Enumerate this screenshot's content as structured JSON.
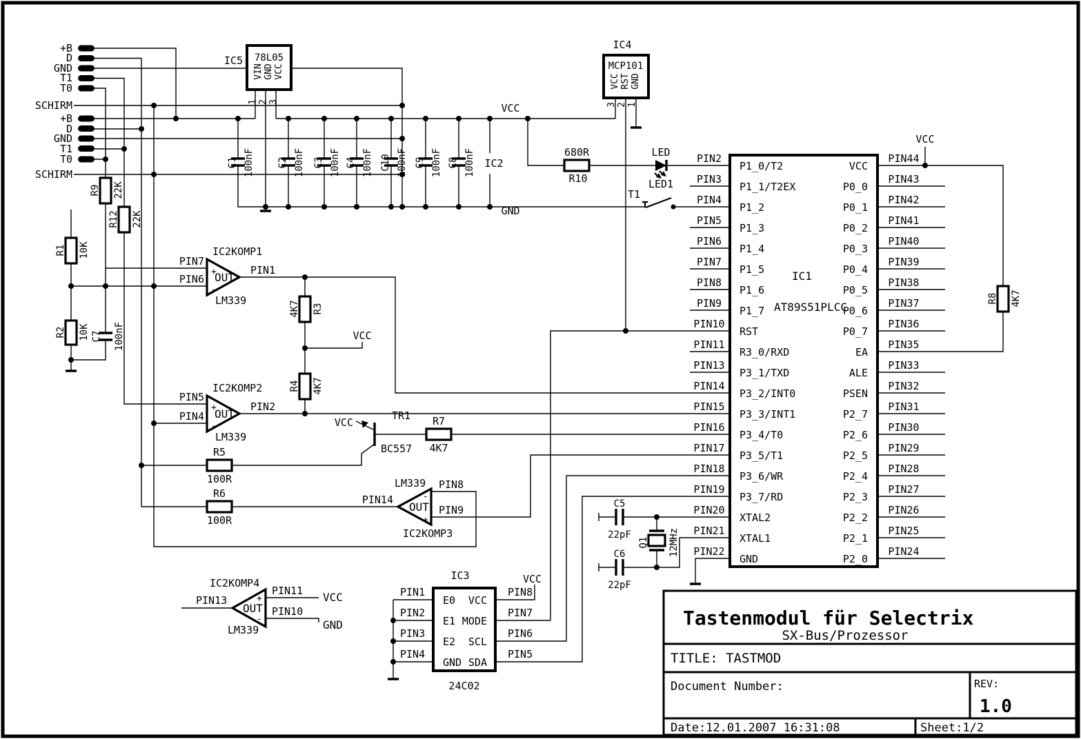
{
  "connector": {
    "labels": [
      "+B",
      "D",
      "GND",
      "T1",
      "T0",
      "SCHIRM",
      "+B",
      "D",
      "GND",
      "T1",
      "T0",
      "SCHIRM"
    ]
  },
  "net": {
    "vcc": "VCC",
    "gnd": "GND"
  },
  "vals": {
    "nF": "100nF",
    "pF": "22pF",
    "k47": "4K7",
    "k22": "22K",
    "k10": "10K",
    "r100": "100R",
    "r680": "680R"
  },
  "ic5": {
    "ref": "IC5",
    "part": "78L05",
    "pins": [
      "VIN",
      "GND",
      "VCC"
    ],
    "nums": [
      "1",
      "2",
      "3"
    ]
  },
  "ic4": {
    "ref": "IC4",
    "part": "MCP101",
    "pins": [
      "VCC",
      "RST",
      "GND"
    ],
    "nums": [
      "3",
      "2",
      "1"
    ]
  },
  "ic2": {
    "ref": "IC2",
    "part": "LM339",
    "out": "OUT",
    "plus": "+",
    "minus": "-",
    "komp": [
      "IC2KOMP1",
      "IC2KOMP2",
      "IC2KOMP3",
      "IC2KOMP4"
    ]
  },
  "ic1": {
    "ref": "IC1",
    "part": "AT89S51PLCC",
    "lpin": [
      "PIN2",
      "PIN3",
      "PIN4",
      "PIN5",
      "PIN6",
      "PIN7",
      "PIN8",
      "PIN9",
      "PIN10",
      "PIN11",
      "PIN13",
      "PIN14",
      "PIN15",
      "PIN16",
      "PIN17",
      "PIN18",
      "PIN19",
      "PIN20",
      "PIN21",
      "PIN22"
    ],
    "lname": [
      "P1_0/T2",
      "P1_1/T2EX",
      "P1_2",
      "P1_3",
      "P1_4",
      "P1_5",
      "P1_6",
      "P1_7",
      "RST",
      "R3_0/RXD",
      "P3_1/TXD",
      "P3_2/INT0",
      "P3_3/INT1",
      "P3_4/T0",
      "P3_5/T1",
      "P3_6/WR",
      "P3_7/RD",
      "XTAL2",
      "XTAL1",
      "GND"
    ],
    "rpin": [
      "PIN44",
      "PIN43",
      "PIN42",
      "PIN41",
      "PIN40",
      "PIN39",
      "PIN38",
      "PIN37",
      "PIN36",
      "PIN35",
      "PIN33",
      "PIN32",
      "PIN31",
      "PIN30",
      "PIN29",
      "PIN28",
      "PIN27",
      "PIN26",
      "PIN25",
      "PIN24"
    ],
    "rname": [
      "VCC",
      "P0_0",
      "P0_1",
      "P0_2",
      "P0_3",
      "P0_4",
      "P0_5",
      "P0_6",
      "P0_7",
      "EA",
      "ALE",
      "PSEN",
      "P2_7",
      "P2_6",
      "P2_5",
      "P2_4",
      "P2_3",
      "P2_2",
      "P2_1",
      "P2_0"
    ]
  },
  "ic3": {
    "ref": "IC3",
    "part": "24C02",
    "lpin": [
      "PIN1",
      "PIN2",
      "PIN3",
      "PIN4"
    ],
    "lname": [
      "E0",
      "E1",
      "E2",
      "GND"
    ],
    "rpin": [
      "PIN8",
      "PIN7",
      "PIN6",
      "PIN5"
    ],
    "rname": [
      "VCC",
      "MODE",
      "SCL",
      "SDA"
    ]
  },
  "r": {
    "r1": "R1",
    "r2": "R2",
    "r3": "R3",
    "r4": "R4",
    "r5": "R5",
    "r6": "R6",
    "r7": "R7",
    "r8": "R8",
    "r9": "R9",
    "r10": "R10",
    "r12": "R12"
  },
  "c": {
    "c1": "C1",
    "c2": "C2",
    "c3": "C3",
    "c4": "C4",
    "c5": "C5",
    "c6": "C6",
    "c7": "C7",
    "c8": "C8",
    "c9": "C9",
    "c10": "C10"
  },
  "tr": {
    "ref": "TR1",
    "part": "BC557"
  },
  "q": {
    "ref": "Q1",
    "val": "12MHz"
  },
  "led": {
    "sym": "LED",
    "ref": "LED1"
  },
  "sw": {
    "ref": "T1"
  },
  "netpins": {
    "p1": "PIN1",
    "p2": "PIN2",
    "p4": "PIN4",
    "p5": "PIN5",
    "p6": "PIN6",
    "p7": "PIN7",
    "p8": "PIN8",
    "p9": "PIN9",
    "p10": "PIN10",
    "p11": "PIN11",
    "p13": "PIN13",
    "p14": "PIN14"
  },
  "tb": {
    "title": "Tastenmodul für Selectrix",
    "subtitle": "SX-Bus/Prozessor",
    "titleline": "TITLE:  TASTMOD",
    "doc": "Document Number:",
    "revlab": "REV:",
    "rev": "1.0",
    "date": "Date:12.01.2007 16:31:08",
    "sheet": "Sheet:1/2"
  }
}
